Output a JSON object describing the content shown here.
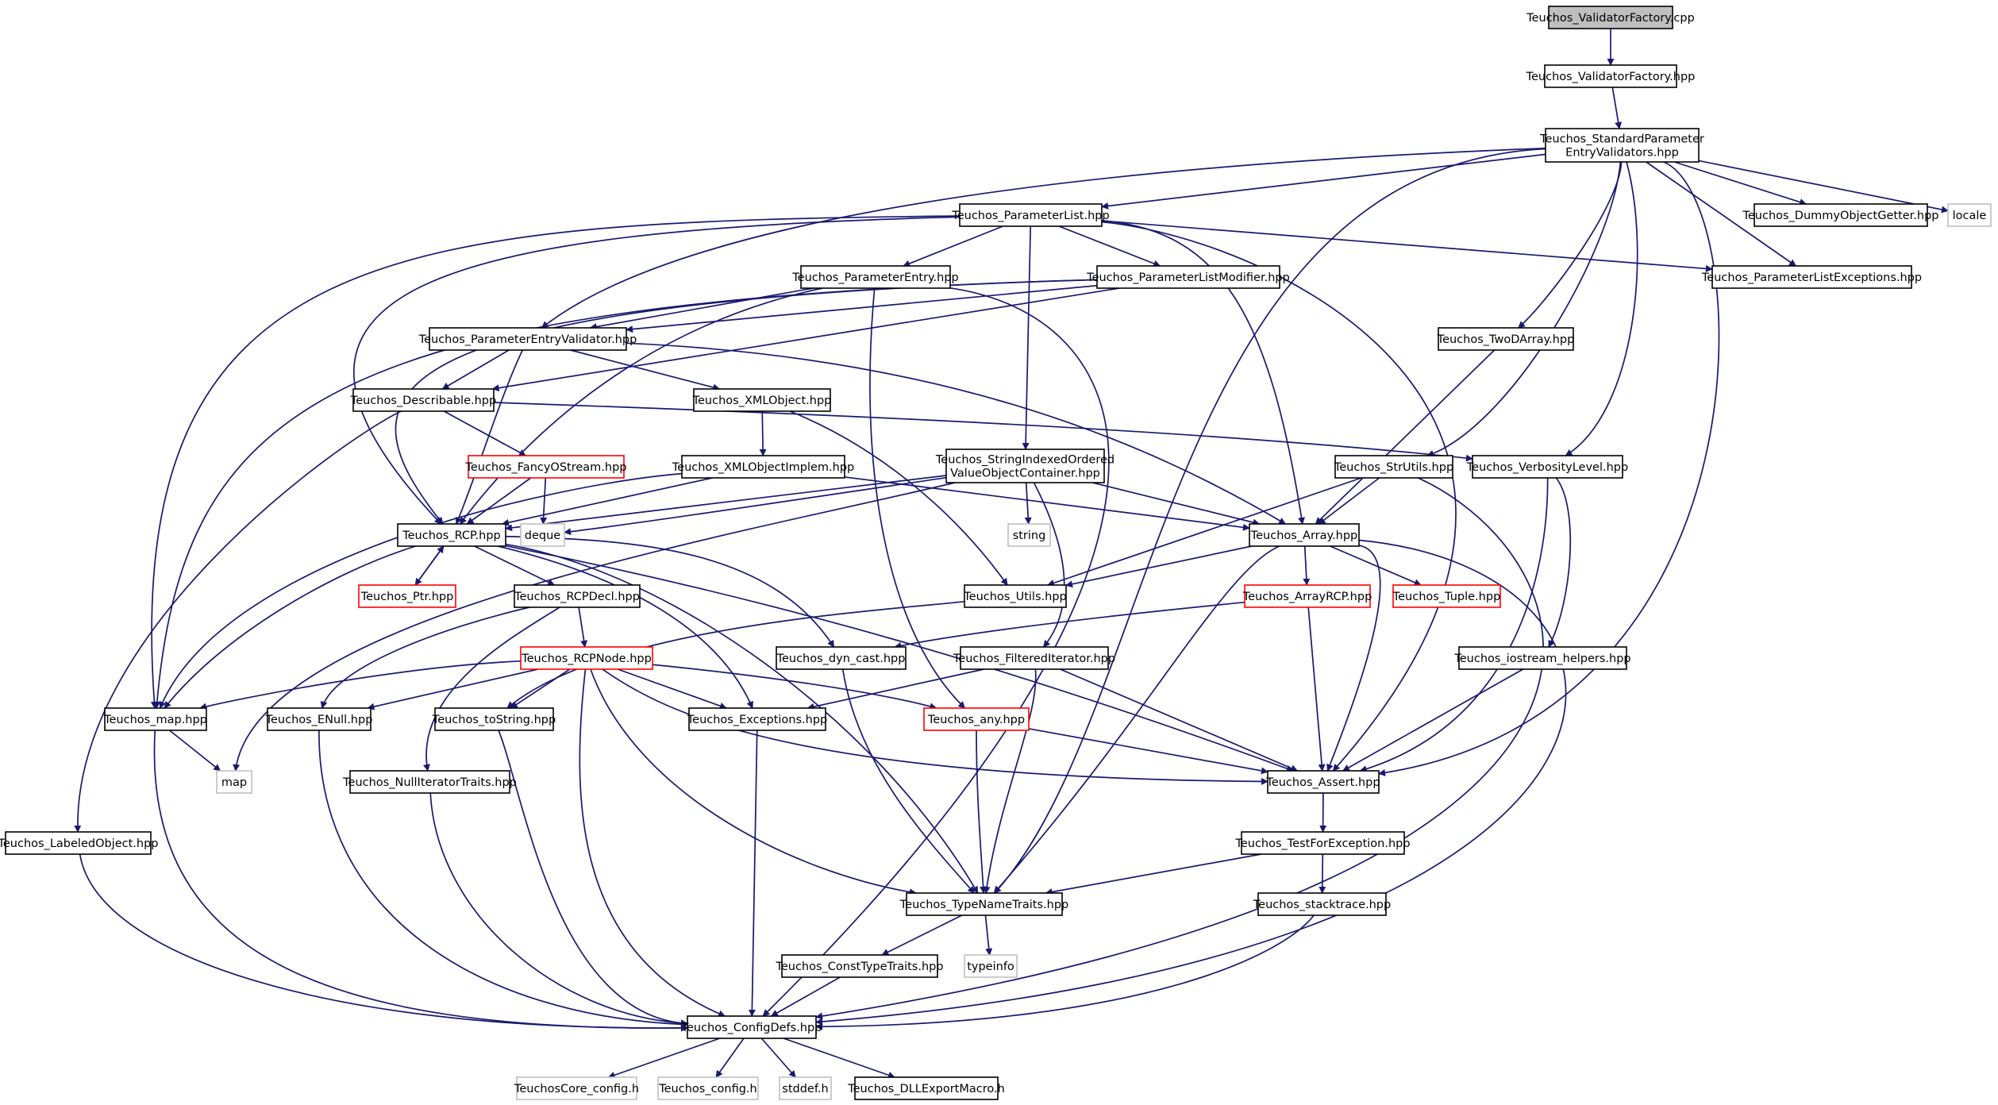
{
  "colors": {
    "edge": "#191970",
    "root_fill": "#bfbfbf",
    "normal_border": "#000000",
    "truncated_border": "#ff0000",
    "system_border": "#bfbfbf",
    "background": "#ffffff"
  },
  "nodes": [
    {
      "id": "validatorfactory_cpp",
      "label": "Teuchos_ValidatorFactory.cpp",
      "kind": "root"
    },
    {
      "id": "validatorfactory_hpp",
      "label": "Teuchos_ValidatorFactory.hpp",
      "kind": "normal"
    },
    {
      "id": "stdparamvalidators",
      "label": "Teuchos_StandardParameter\nEntryValidators.hpp",
      "kind": "normal"
    },
    {
      "id": "parameterlist",
      "label": "Teuchos_ParameterList.hpp",
      "kind": "normal"
    },
    {
      "id": "dummyobjectgetter",
      "label": "Teuchos_DummyObjectGetter.hpp",
      "kind": "normal"
    },
    {
      "id": "locale",
      "label": "locale",
      "kind": "system"
    },
    {
      "id": "paramlistmodifier",
      "label": "Teuchos_ParameterListModifier.hpp",
      "kind": "normal"
    },
    {
      "id": "parameterentry",
      "label": "Teuchos_ParameterEntry.hpp",
      "kind": "normal"
    },
    {
      "id": "paramlistexceptions",
      "label": "Teuchos_ParameterListExceptions.hpp",
      "kind": "normal"
    },
    {
      "id": "paramentryvalidator",
      "label": "Teuchos_ParameterEntryValidator.hpp",
      "kind": "normal"
    },
    {
      "id": "twodarray",
      "label": "Teuchos_TwoDArray.hpp",
      "kind": "normal"
    },
    {
      "id": "describable",
      "label": "Teuchos_Describable.hpp",
      "kind": "normal"
    },
    {
      "id": "xmlobject",
      "label": "Teuchos_XMLObject.hpp",
      "kind": "normal"
    },
    {
      "id": "fancyostream",
      "label": "Teuchos_FancyOStream.hpp",
      "kind": "truncated"
    },
    {
      "id": "xmlobjectimplem",
      "label": "Teuchos_XMLObjectImplem.hpp",
      "kind": "normal"
    },
    {
      "id": "stringindexed",
      "label": "Teuchos_StringIndexedOrdered\nValueObjectContainer.hpp",
      "kind": "normal"
    },
    {
      "id": "strutils",
      "label": "Teuchos_StrUtils.hpp",
      "kind": "normal"
    },
    {
      "id": "verbositylevel",
      "label": "Teuchos_VerbosityLevel.hpp",
      "kind": "normal"
    },
    {
      "id": "rcp",
      "label": "Teuchos_RCP.hpp",
      "kind": "normal"
    },
    {
      "id": "deque",
      "label": "deque",
      "kind": "system"
    },
    {
      "id": "string",
      "label": "string",
      "kind": "system"
    },
    {
      "id": "array",
      "label": "Teuchos_Array.hpp",
      "kind": "normal"
    },
    {
      "id": "ptr",
      "label": "Teuchos_Ptr.hpp",
      "kind": "truncated"
    },
    {
      "id": "rcpdecl",
      "label": "Teuchos_RCPDecl.hpp",
      "kind": "normal"
    },
    {
      "id": "utils",
      "label": "Teuchos_Utils.hpp",
      "kind": "normal"
    },
    {
      "id": "arrayrcp",
      "label": "Teuchos_ArrayRCP.hpp",
      "kind": "truncated"
    },
    {
      "id": "tuple",
      "label": "Teuchos_Tuple.hpp",
      "kind": "truncated"
    },
    {
      "id": "rcpnode",
      "label": "Teuchos_RCPNode.hpp",
      "kind": "truncated"
    },
    {
      "id": "dyncast",
      "label": "Teuchos_dyn_cast.hpp",
      "kind": "normal"
    },
    {
      "id": "filterediterator",
      "label": "Teuchos_FilteredIterator.hpp",
      "kind": "normal"
    },
    {
      "id": "iostreamhelpers",
      "label": "Teuchos_iostream_helpers.hpp",
      "kind": "normal"
    },
    {
      "id": "map_hpp",
      "label": "Teuchos_map.hpp",
      "kind": "normal"
    },
    {
      "id": "enull",
      "label": "Teuchos_ENull.hpp",
      "kind": "normal"
    },
    {
      "id": "tostring",
      "label": "Teuchos_toString.hpp",
      "kind": "normal"
    },
    {
      "id": "exceptions",
      "label": "Teuchos_Exceptions.hpp",
      "kind": "normal"
    },
    {
      "id": "any",
      "label": "Teuchos_any.hpp",
      "kind": "truncated"
    },
    {
      "id": "map_sys",
      "label": "map",
      "kind": "system"
    },
    {
      "id": "nulliteratortraits",
      "label": "Teuchos_NullIteratorTraits.hpp",
      "kind": "normal"
    },
    {
      "id": "assert",
      "label": "Teuchos_Assert.hpp",
      "kind": "normal"
    },
    {
      "id": "labeledobject",
      "label": "Teuchos_LabeledObject.hpp",
      "kind": "normal"
    },
    {
      "id": "testforexception",
      "label": "Teuchos_TestForException.hpp",
      "kind": "normal"
    },
    {
      "id": "stacktrace",
      "label": "Teuchos_stacktrace.hpp",
      "kind": "normal"
    },
    {
      "id": "typenametraits",
      "label": "Teuchos_TypeNameTraits.hpp",
      "kind": "normal"
    },
    {
      "id": "consttypetraits",
      "label": "Teuchos_ConstTypeTraits.hpp",
      "kind": "normal"
    },
    {
      "id": "typeinfo",
      "label": "typeinfo",
      "kind": "system"
    },
    {
      "id": "configdefs",
      "label": "Teuchos_ConfigDefs.hpp",
      "kind": "normal"
    },
    {
      "id": "teuchoscore_config",
      "label": "TeuchosCore_config.h",
      "kind": "system"
    },
    {
      "id": "teuchos_config",
      "label": "Teuchos_config.h",
      "kind": "system"
    },
    {
      "id": "stddef",
      "label": "stddef.h",
      "kind": "system"
    },
    {
      "id": "dllexportmacro",
      "label": "Teuchos_DLLExportMacro.h",
      "kind": "normal"
    }
  ],
  "edges": [
    [
      "validatorfactory_cpp",
      "validatorfactory_hpp"
    ],
    [
      "validatorfactory_hpp",
      "stdparamvalidators"
    ],
    [
      "stdparamvalidators",
      "parameterlist"
    ],
    [
      "stdparamvalidators",
      "dummyobjectgetter"
    ],
    [
      "stdparamvalidators",
      "locale"
    ],
    [
      "stdparamvalidators",
      "paramentryvalidator"
    ],
    [
      "stdparamvalidators",
      "paramlistexceptions"
    ],
    [
      "stdparamvalidators",
      "twodarray"
    ],
    [
      "stdparamvalidators",
      "strutils"
    ],
    [
      "stdparamvalidators",
      "verbositylevel"
    ],
    [
      "stdparamvalidators",
      "typenametraits"
    ],
    [
      "stdparamvalidators",
      "assert"
    ],
    [
      "parameterlist",
      "paramlistmodifier"
    ],
    [
      "parameterlist",
      "parameterentry"
    ],
    [
      "parameterlist",
      "paramlistexceptions"
    ],
    [
      "parameterlist",
      "stringindexed"
    ],
    [
      "parameterlist",
      "array"
    ],
    [
      "parameterlist",
      "rcp"
    ],
    [
      "parameterlist",
      "map_hpp"
    ],
    [
      "parameterlist",
      "assert"
    ],
    [
      "paramlistmodifier",
      "paramentryvalidator"
    ],
    [
      "paramlistmodifier",
      "describable"
    ],
    [
      "paramlistmodifier",
      "rcp"
    ],
    [
      "paramlistmodifier",
      "map_hpp"
    ],
    [
      "parameterentry",
      "paramentryvalidator"
    ],
    [
      "parameterentry",
      "rcp"
    ],
    [
      "parameterentry",
      "any"
    ],
    [
      "parameterentry",
      "configdefs"
    ],
    [
      "paramentryvalidator",
      "describable"
    ],
    [
      "paramentryvalidator",
      "xmlobject"
    ],
    [
      "paramentryvalidator",
      "rcp"
    ],
    [
      "paramentryvalidator",
      "array"
    ],
    [
      "twodarray",
      "array"
    ],
    [
      "describable",
      "fancyostream"
    ],
    [
      "describable",
      "verbositylevel"
    ],
    [
      "describable",
      "labeledobject"
    ],
    [
      "xmlobject",
      "xmlobjectimplem"
    ],
    [
      "xmlobject",
      "utils"
    ],
    [
      "fancyostream",
      "rcp"
    ],
    [
      "fancyostream",
      "deque"
    ],
    [
      "xmlobjectimplem",
      "rcp"
    ],
    [
      "xmlobjectimplem",
      "array"
    ],
    [
      "xmlobjectimplem",
      "map_hpp"
    ],
    [
      "stringindexed",
      "rcp"
    ],
    [
      "stringindexed",
      "deque"
    ],
    [
      "stringindexed",
      "string"
    ],
    [
      "stringindexed",
      "array"
    ],
    [
      "stringindexed",
      "filterediterator"
    ],
    [
      "stringindexed",
      "map_sys"
    ],
    [
      "strutils",
      "array"
    ],
    [
      "strutils",
      "utils"
    ],
    [
      "strutils",
      "configdefs"
    ],
    [
      "verbositylevel",
      "iostreamhelpers"
    ],
    [
      "verbositylevel",
      "assert"
    ],
    [
      "rcp",
      "ptr"
    ],
    [
      "rcp",
      "rcpdecl"
    ],
    [
      "rcp",
      "dyncast"
    ],
    [
      "rcp",
      "exceptions"
    ],
    [
      "rcp",
      "typenametraits"
    ],
    [
      "rcp",
      "map_hpp"
    ],
    [
      "rcp",
      "assert"
    ],
    [
      "ptr",
      "rcp"
    ],
    [
      "array",
      "utils"
    ],
    [
      "array",
      "arrayrcp"
    ],
    [
      "array",
      "tuple"
    ],
    [
      "array",
      "assert"
    ],
    [
      "array",
      "typenametraits"
    ],
    [
      "array",
      "configdefs"
    ],
    [
      "rcpdecl",
      "rcpnode"
    ],
    [
      "rcpdecl",
      "enull"
    ],
    [
      "rcpdecl",
      "nulliteratortraits"
    ],
    [
      "utils",
      "tostring"
    ],
    [
      "arrayrcp",
      "dyncast"
    ],
    [
      "arrayrcp",
      "assert"
    ],
    [
      "rcpnode",
      "map_hpp"
    ],
    [
      "rcpnode",
      "enull"
    ],
    [
      "rcpnode",
      "tostring"
    ],
    [
      "rcpnode",
      "exceptions"
    ],
    [
      "rcpnode",
      "any"
    ],
    [
      "rcpnode",
      "assert"
    ],
    [
      "rcpnode",
      "typenametraits"
    ],
    [
      "rcpnode",
      "configdefs"
    ],
    [
      "dyncast",
      "typenametraits"
    ],
    [
      "filterediterator",
      "exceptions"
    ],
    [
      "filterediterator",
      "assert"
    ],
    [
      "filterediterator",
      "typenametraits"
    ],
    [
      "iostreamhelpers",
      "assert"
    ],
    [
      "map_hpp",
      "map_sys"
    ],
    [
      "map_hpp",
      "configdefs"
    ],
    [
      "enull",
      "configdefs"
    ],
    [
      "tostring",
      "configdefs"
    ],
    [
      "exceptions",
      "configdefs"
    ],
    [
      "any",
      "assert"
    ],
    [
      "any",
      "typenametraits"
    ],
    [
      "nulliteratortraits",
      "configdefs"
    ],
    [
      "assert",
      "testforexception"
    ],
    [
      "labeledobject",
      "configdefs"
    ],
    [
      "testforexception",
      "stacktrace"
    ],
    [
      "testforexception",
      "typenametraits"
    ],
    [
      "stacktrace",
      "configdefs"
    ],
    [
      "typenametraits",
      "consttypetraits"
    ],
    [
      "typenametraits",
      "typeinfo"
    ],
    [
      "consttypetraits",
      "configdefs"
    ],
    [
      "configdefs",
      "teuchoscore_config"
    ],
    [
      "configdefs",
      "teuchos_config"
    ],
    [
      "configdefs",
      "stddef"
    ],
    [
      "configdefs",
      "dllexportmacro"
    ]
  ]
}
